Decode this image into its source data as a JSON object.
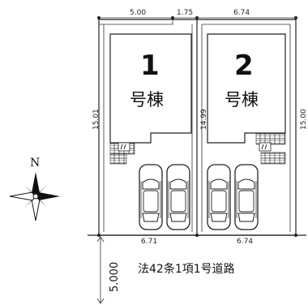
{
  "dimensions": {
    "top": [
      "5.00",
      "1.75",
      "6.74"
    ],
    "left_depth": "15.01",
    "middle_depth": "14.99",
    "right_depth": "15.00",
    "bottom": [
      "6.71",
      "6.74"
    ],
    "road_width": "5.000"
  },
  "buildings": [
    {
      "number": "1",
      "label": "号棟"
    },
    {
      "number": "2",
      "label": "号棟"
    }
  ],
  "compass": {
    "north_label": "N"
  },
  "road": {
    "label": "法42条1項1号道路"
  },
  "parking": {
    "car_count": 4
  }
}
